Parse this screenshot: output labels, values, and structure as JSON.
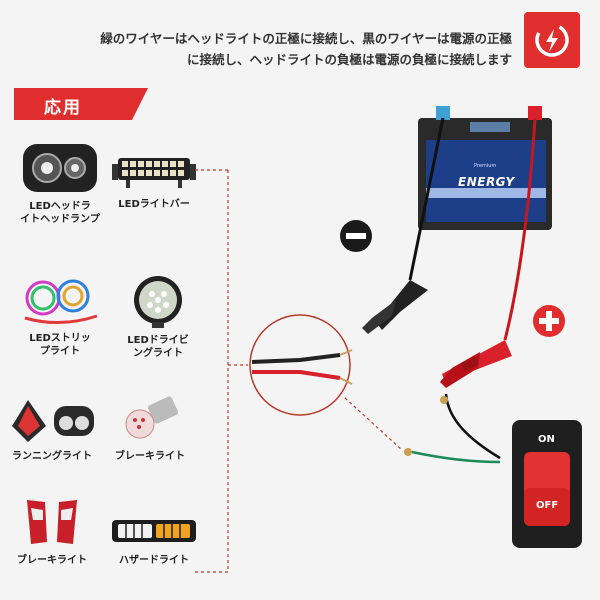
{
  "header": {
    "line1": "緑のワイヤーはヘッドライトの正極に接続し、黒のワイヤーは電源の正極",
    "line2": "に接続し、ヘッドライトの負極は電源の負極に接続します",
    "badge_icon": "lightning-power-icon"
  },
  "section": {
    "title": "応用"
  },
  "applications": [
    {
      "label_line1": "LEDヘッドラ",
      "label_line2": "イトヘッドランプ",
      "icon": "led-headlamp-icon"
    },
    {
      "label_line1": "LEDライトバー",
      "label_line2": "",
      "icon": "led-light-bar-icon"
    },
    {
      "label_line1": "LEDストリッ",
      "label_line2": "プライト",
      "icon": "led-strip-light-icon"
    },
    {
      "label_line1": "LEDドライビ",
      "label_line2": "ングライト",
      "icon": "led-driving-light-icon"
    },
    {
      "label_line1": "ランニングライト",
      "label_line2": "",
      "icon": "running-light-icon"
    },
    {
      "label_line1": "ブレーキライト",
      "label_line2": "",
      "icon": "brake-bulb-icon"
    },
    {
      "label_line1": "ブレーキライト",
      "label_line2": "",
      "icon": "tail-light-icon"
    },
    {
      "label_line1": "ハザードライト",
      "label_line2": "",
      "icon": "hazard-light-icon"
    }
  ],
  "battery": {
    "brand": "ENERGY",
    "small_text": "Premium"
  },
  "switch": {
    "on_label": "ON",
    "off_label": "OFF"
  },
  "colors": {
    "accent": "#e02d2d",
    "dashed": "#c0392b",
    "dark": "#1a1a1a"
  }
}
